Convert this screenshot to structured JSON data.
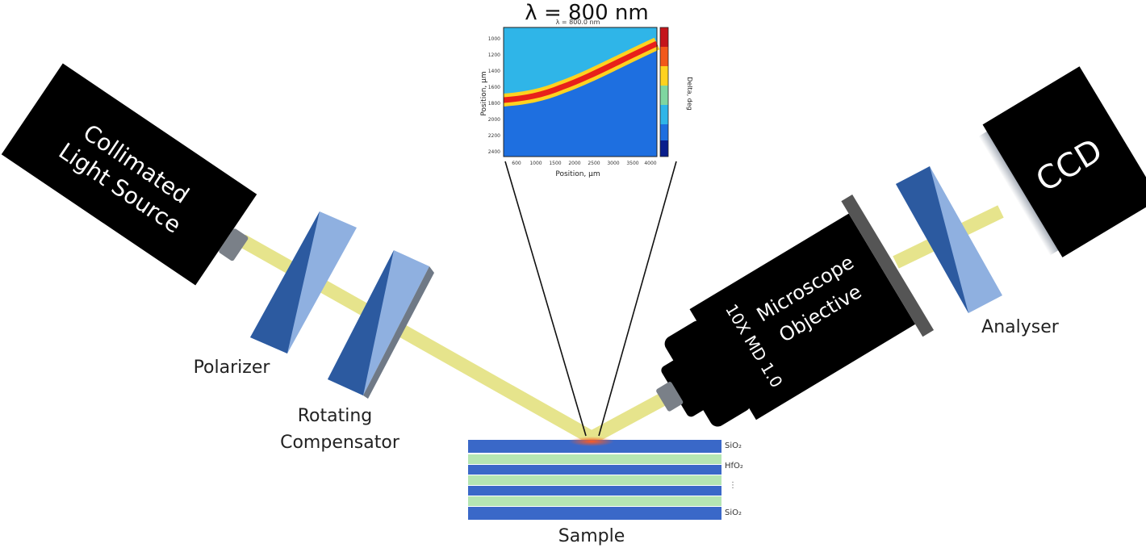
{
  "inset": {
    "title": "λ = 800 nm",
    "subtitle": "λ = 800.0 nm",
    "xlabel": "Position, μm",
    "ylabel": "Position, μm",
    "colorbar_label": "Delta, deg",
    "colors": {
      "background": "#1e6fe0",
      "band_edge": "#ffd21f",
      "band_core": "#e8201a",
      "upper_region": "#2fb5e8"
    }
  },
  "labels": {
    "source": [
      "Collimated",
      "Light Source"
    ],
    "polarizer": "Polarizer",
    "compensator": [
      "Rotating",
      "Compensator"
    ],
    "sample": "Sample",
    "objective": [
      "Microscope",
      "Objective"
    ],
    "objective_marking": "10X MD 1.0",
    "analyser": "Analyser",
    "ccd": "CCD"
  },
  "layers": {
    "top": "SiO₂",
    "second": "HfO₂",
    "bottom": "SiO₂",
    "ellipsis": "⋮"
  },
  "colors": {
    "beam": "#e6e48c",
    "optic_dark": "#2c5aa0",
    "optic_light": "#8fb0e0",
    "layer_blue": "#3a68c8",
    "layer_green": "#b5e6b3",
    "device": "#000000"
  }
}
